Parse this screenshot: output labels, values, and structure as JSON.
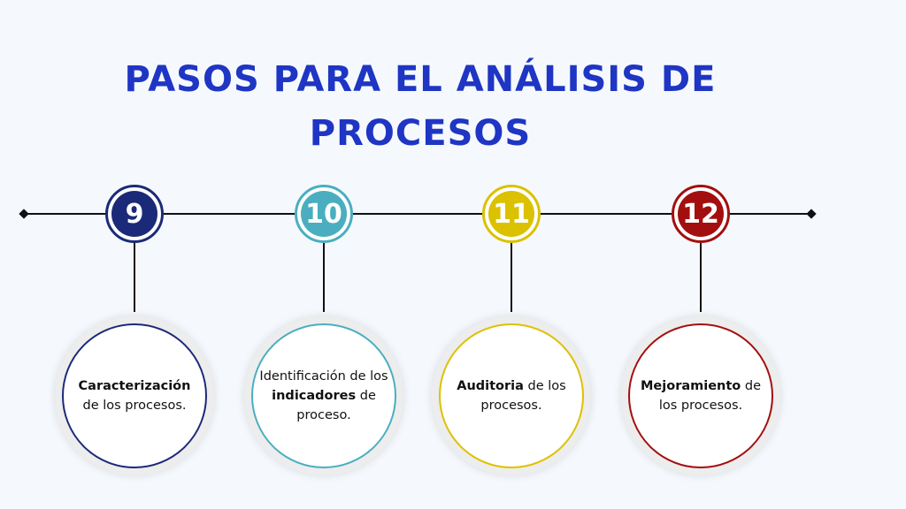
{
  "title": {
    "line1": "PASOS PARA EL ANÁLISIS DE",
    "line2": "PROCESOS"
  },
  "steps": [
    {
      "number": "9",
      "color": "#1b2a78",
      "bold": "Caracterización",
      "text_before": "",
      "text_after": " de los procesos."
    },
    {
      "number": "10",
      "color": "#4aaec0",
      "text_before": "Identificación de los ",
      "bold": "indicadores",
      "text_after": " de proceso."
    },
    {
      "number": "11",
      "color": "#dcc100",
      "text_before": "",
      "bold": "Auditoria",
      "text_after": " de los procesos."
    },
    {
      "number": "12",
      "color": "#a30f0f",
      "text_before": "",
      "bold": "Mejoramiento",
      "text_after": " de los procesos."
    }
  ]
}
